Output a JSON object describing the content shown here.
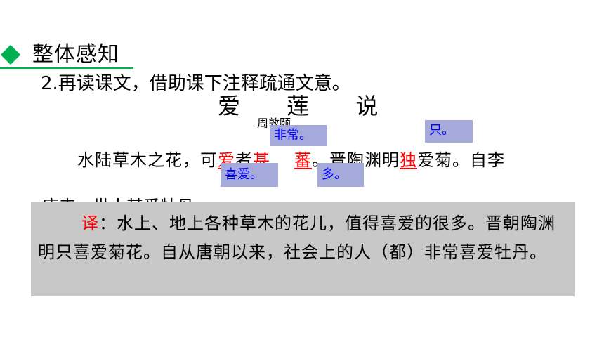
{
  "section": {
    "title": "整体感知"
  },
  "instruction": "2.再读课文，借助课下注释疏通文意。",
  "poem": {
    "title": "爱 莲 说",
    "author": "周敦颐",
    "line": {
      "p1": "水陆草木之花，可",
      "k1": "爱",
      "p2": "者",
      "k2": "甚",
      "p3": "",
      "k3": "蕃",
      "p4": "。晋陶渊明",
      "k4": "独",
      "p5": "爱菊。自李"
    },
    "next_line": "唐来，世人甚爱牡丹。"
  },
  "glosses": [
    "非常。",
    "只。",
    "喜爱。",
    "多。"
  ],
  "translation": {
    "label": "译",
    "text": "：水上、地上各种草木的花儿，值得喜爱的很多。晋朝陶渊明只喜爱菊花。自从唐朝以来，社会上的人（都）非常喜爱牡丹。"
  },
  "colors": {
    "accent": "#00b050",
    "keyword": "#ff0000",
    "gloss_bg": "#a6aadb",
    "gloss_text": "#0000ff",
    "panel_bg": "#c8c8c8"
  }
}
